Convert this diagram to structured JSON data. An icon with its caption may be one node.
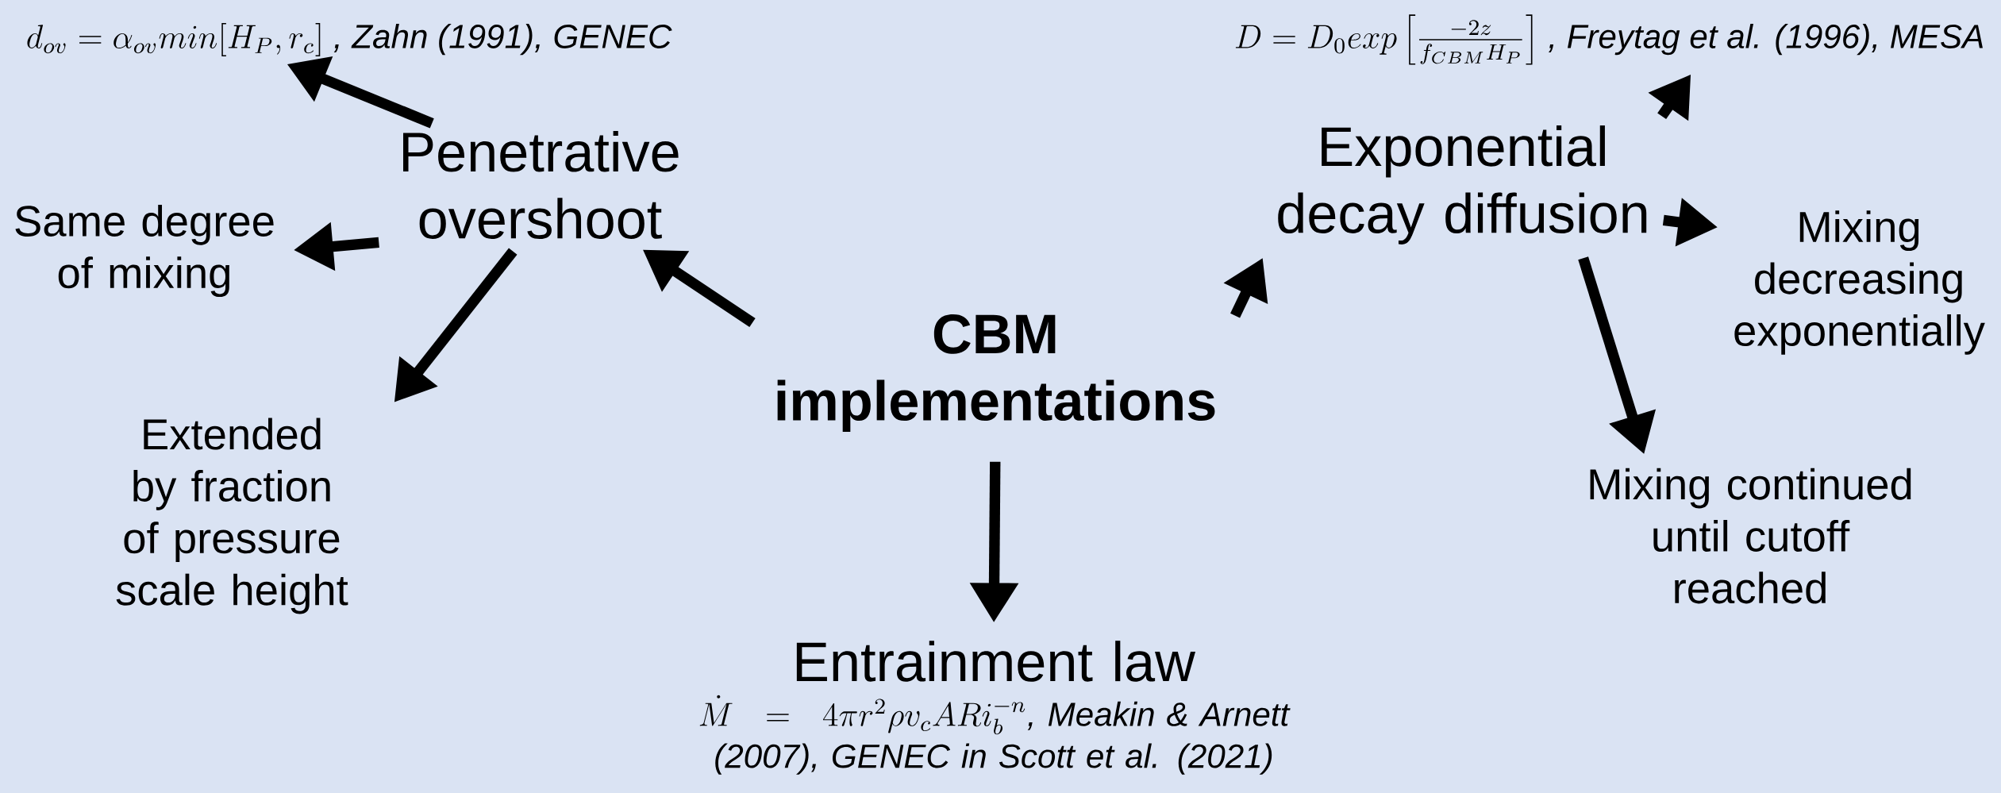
{
  "diagram": {
    "nodes": [
      {
        "text": [
          "CBM implementations"
        ]
      },
      {
        "text": [
          "Penetrative overshoot"
        ]
      },
      {
        "text": [
          "d_{ov} = \\alpha_{ov} min[H_P, r_c]",
          " , Zahn (1991), GENEC"
        ]
      },
      {
        "text": [
          "Same degree of mixing"
        ]
      },
      {
        "text": [
          "Extended by fraction of pressure scale height"
        ]
      },
      {
        "text": [
          "Exponential decay diffusion"
        ]
      },
      {
        "text": [
          "D = D_0 exp\\left[\\frac{-2z}{f_{CBM} H_P}\\right]",
          " , Freytag et al. (1996), MESA"
        ]
      },
      {
        "text": [
          "Mixing decreasing exponentially"
        ]
      },
      {
        "text": [
          "Mixing continued until cutoff reached"
        ]
      },
      {
        "text": [
          "Entrainment law"
        ],
        "beside": [
          "\\dot{M} = 4\\pi r^2 \\rho v_c A Ri_b^{-n}",
          ", Meakin & Arnett (2007), GENEC in Scott et al. (2021)"
        ]
      }
    ],
    "edges": [
      {
        "from": 0,
        "to": 1,
        "arrow": "to"
      },
      {
        "from": 0,
        "to": 5,
        "arrow": "to"
      },
      {
        "from": 0,
        "to": 9,
        "arrow": "to"
      },
      {
        "from": 1,
        "to": 2,
        "arrow": "to"
      },
      {
        "from": 1,
        "to": 3,
        "arrow": "to"
      },
      {
        "from": 1,
        "to": 4,
        "arrow": "to"
      },
      {
        "from": 5,
        "to": 6,
        "arrow": "to"
      },
      {
        "from": 5,
        "to": 7,
        "arrow": "to"
      },
      {
        "from": 5,
        "to": 8,
        "arrow": "to"
      }
    ]
  }
}
